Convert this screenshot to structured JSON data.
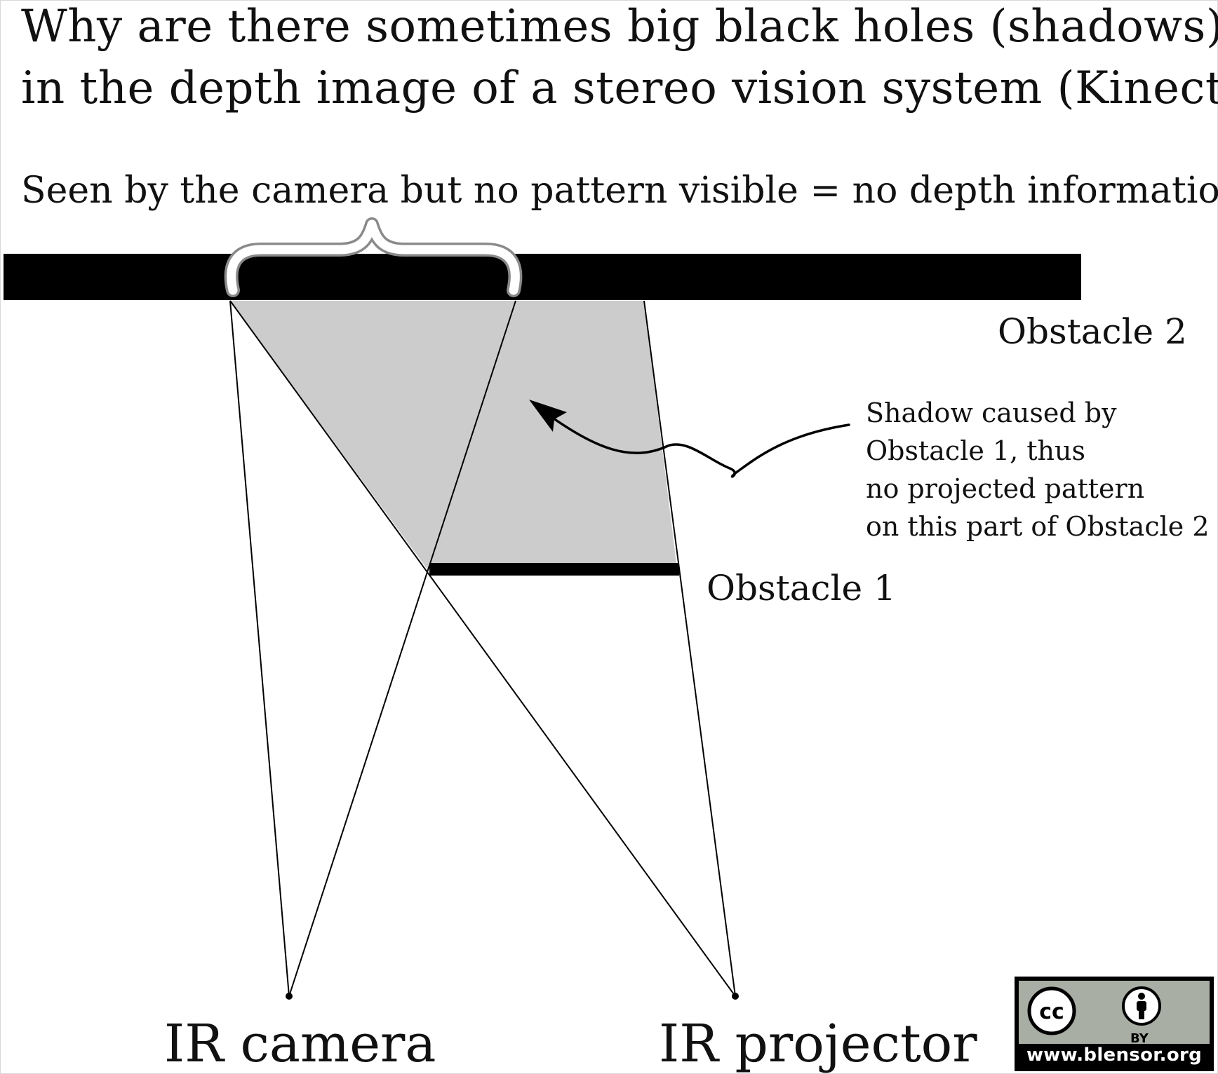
{
  "title": {
    "line1": "Why are there sometimes big black holes (shadows)",
    "line2": "in the depth image of a stereo vision system (Kinect)?"
  },
  "caption": "Seen by the camera but no pattern visible = no depth information",
  "labels": {
    "obstacle2": "Obstacle 2",
    "obstacle1": "Obstacle 1",
    "ir_camera": "IR camera",
    "ir_projector": "IR projector"
  },
  "annotation": {
    "lines": [
      "Shadow caused by",
      "Obstacle 1, thus",
      "no projected pattern",
      "on this part of Obstacle 2"
    ]
  },
  "license_badge": {
    "cc_text": "cc",
    "by_text": "BY",
    "url": "www.blensor.org"
  },
  "colors": {
    "shadow_fill": "#cccccc",
    "obstacle": "#000000",
    "badge_grey": "#a9aea5"
  }
}
